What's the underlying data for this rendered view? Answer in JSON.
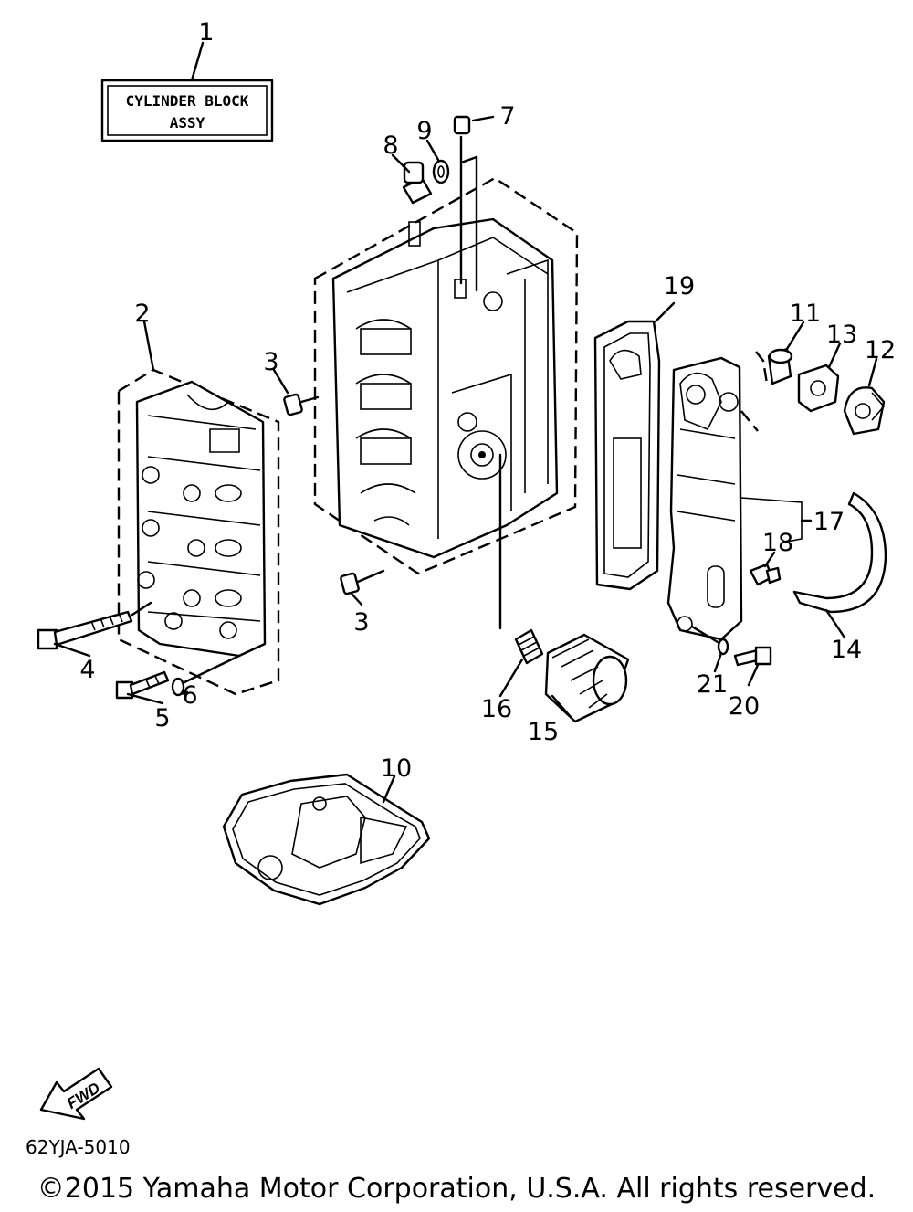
{
  "title_box": {
    "line1": "CYLINDER BLOCK",
    "line2": "ASSY"
  },
  "callouts": [
    "1",
    "2",
    "3",
    "3",
    "4",
    "5",
    "6",
    "7",
    "8",
    "9",
    "10",
    "11",
    "12",
    "13",
    "14",
    "15",
    "16",
    "17",
    "18",
    "19",
    "20",
    "21"
  ],
  "fwd_label": "FWD",
  "diagram_code": "62YJA-5010",
  "copyright": "©2015 Yamaha Motor Corporation, U.S.A. All rights reserved."
}
